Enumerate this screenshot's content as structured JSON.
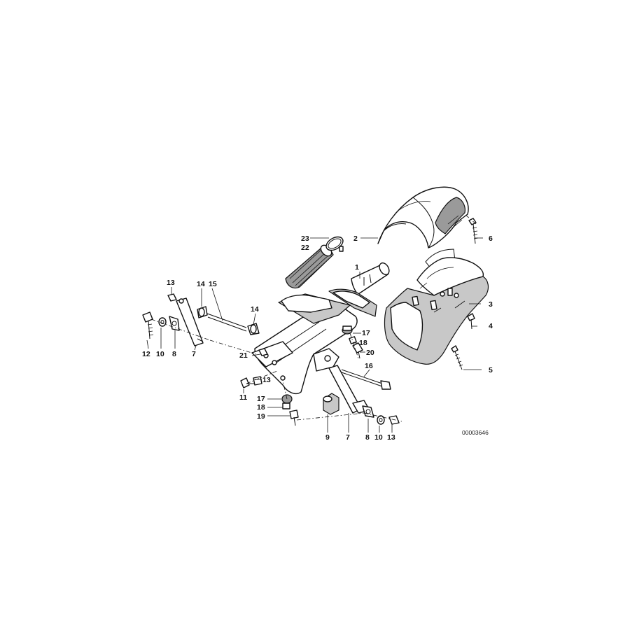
{
  "diagram": {
    "reference_code": "00003646",
    "callouts": [
      {
        "id": "c1",
        "text": "1"
      },
      {
        "id": "c2",
        "text": "2"
      },
      {
        "id": "c3",
        "text": "3"
      },
      {
        "id": "c4",
        "text": "4"
      },
      {
        "id": "c5",
        "text": "5"
      },
      {
        "id": "c6",
        "text": "6"
      },
      {
        "id": "c7a",
        "text": "7"
      },
      {
        "id": "c7b",
        "text": "7"
      },
      {
        "id": "c8a",
        "text": "8"
      },
      {
        "id": "c8b",
        "text": "8"
      },
      {
        "id": "c9",
        "text": "9"
      },
      {
        "id": "c10a",
        "text": "10"
      },
      {
        "id": "c10b",
        "text": "10"
      },
      {
        "id": "c11",
        "text": "11"
      },
      {
        "id": "c12",
        "text": "12"
      },
      {
        "id": "c13a",
        "text": "13"
      },
      {
        "id": "c13b",
        "text": "13"
      },
      {
        "id": "c13c",
        "text": "13"
      },
      {
        "id": "c14a",
        "text": "14"
      },
      {
        "id": "c14b",
        "text": "14"
      },
      {
        "id": "c15",
        "text": "15"
      },
      {
        "id": "c16",
        "text": "16"
      },
      {
        "id": "c17a",
        "text": "17"
      },
      {
        "id": "c17b",
        "text": "17"
      },
      {
        "id": "c18a",
        "text": "18"
      },
      {
        "id": "c18b",
        "text": "18"
      },
      {
        "id": "c19",
        "text": "19"
      },
      {
        "id": "c20",
        "text": "20"
      },
      {
        "id": "c21",
        "text": "21"
      },
      {
        "id": "c22",
        "text": "22"
      },
      {
        "id": "c23",
        "text": "23"
      }
    ]
  }
}
